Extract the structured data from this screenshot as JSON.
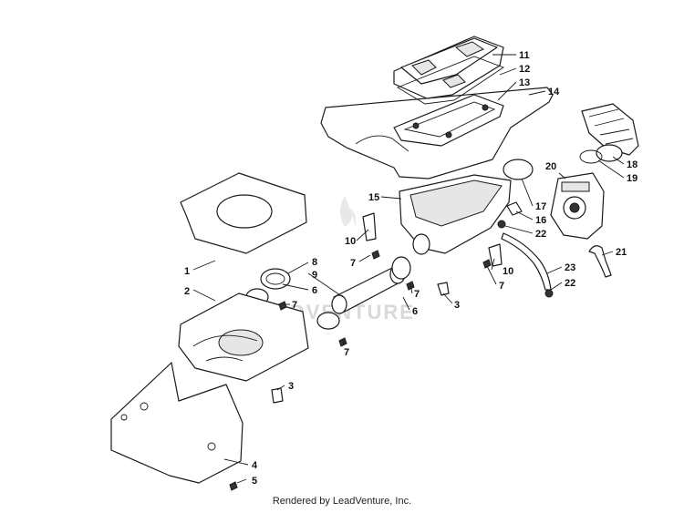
{
  "callouts": [
    {
      "label": "1"
    },
    {
      "label": "2"
    },
    {
      "label": "3"
    },
    {
      "label": "3"
    },
    {
      "label": "4"
    },
    {
      "label": "5"
    },
    {
      "label": "6"
    },
    {
      "label": "6"
    },
    {
      "label": "7"
    },
    {
      "label": "7"
    },
    {
      "label": "7"
    },
    {
      "label": "7"
    },
    {
      "label": "7"
    },
    {
      "label": "8"
    },
    {
      "label": "9"
    },
    {
      "label": "10"
    },
    {
      "label": "10"
    },
    {
      "label": "11"
    },
    {
      "label": "12"
    },
    {
      "label": "13"
    },
    {
      "label": "14"
    },
    {
      "label": "15"
    },
    {
      "label": "16"
    },
    {
      "label": "17"
    },
    {
      "label": "18"
    },
    {
      "label": "19"
    },
    {
      "label": "20"
    },
    {
      "label": "21"
    },
    {
      "label": "22"
    },
    {
      "label": "22"
    },
    {
      "label": "23"
    }
  ],
  "watermark": "ADVENTURE",
  "footer": "Rendered by LeadVenture, Inc."
}
